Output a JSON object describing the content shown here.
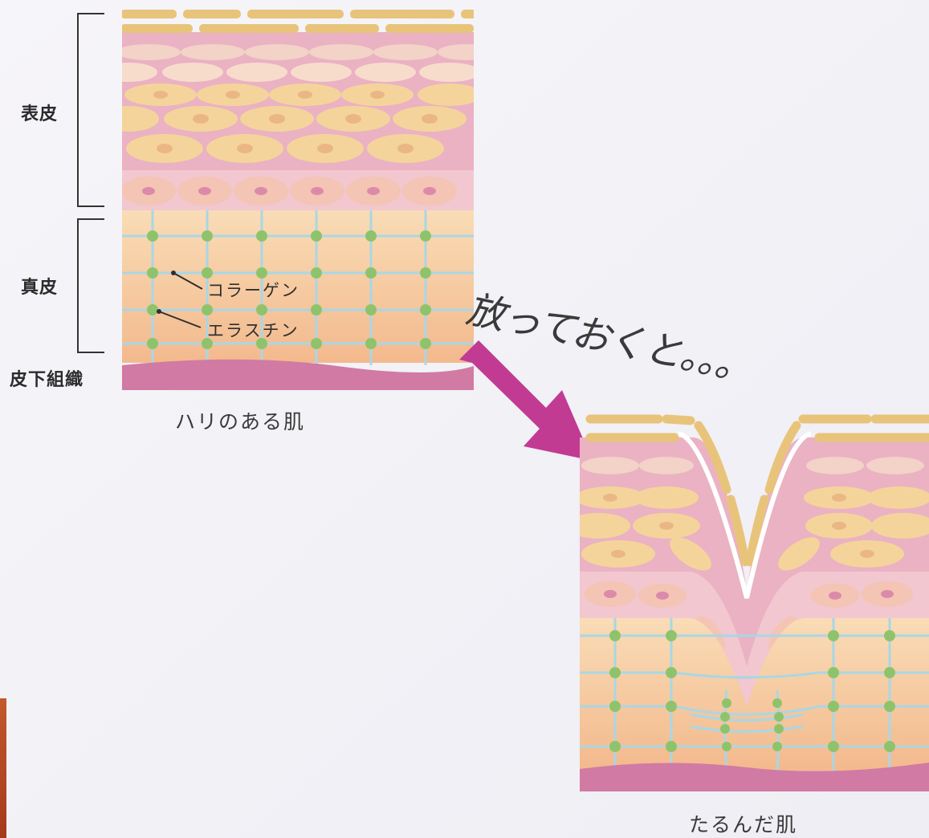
{
  "labels": {
    "epidermis": "表皮",
    "dermis": "真皮",
    "subcutaneous": "皮下組織",
    "collagen": "コラーゲン",
    "elastin": "エラスチン"
  },
  "captions": {
    "firm_skin": "ハリのある肌",
    "sagging_skin": "たるんだ肌"
  },
  "headline": "放っておくと。。。",
  "colors": {
    "stratum_corneum": "#e8c47a",
    "cell_light": "#f4d59b",
    "cell_pink": "#efb9c3",
    "tissue_pink": "#e9aabd",
    "dermis_orange": "#f6c99a",
    "fiber_blue": "#a8d7e6",
    "fiber_node": "#8fc36b",
    "subcutaneous_magenta": "#d17aa4",
    "arrow_magenta": "#c13b93"
  },
  "icons": {
    "arrow": "arrow-right-down-icon"
  }
}
